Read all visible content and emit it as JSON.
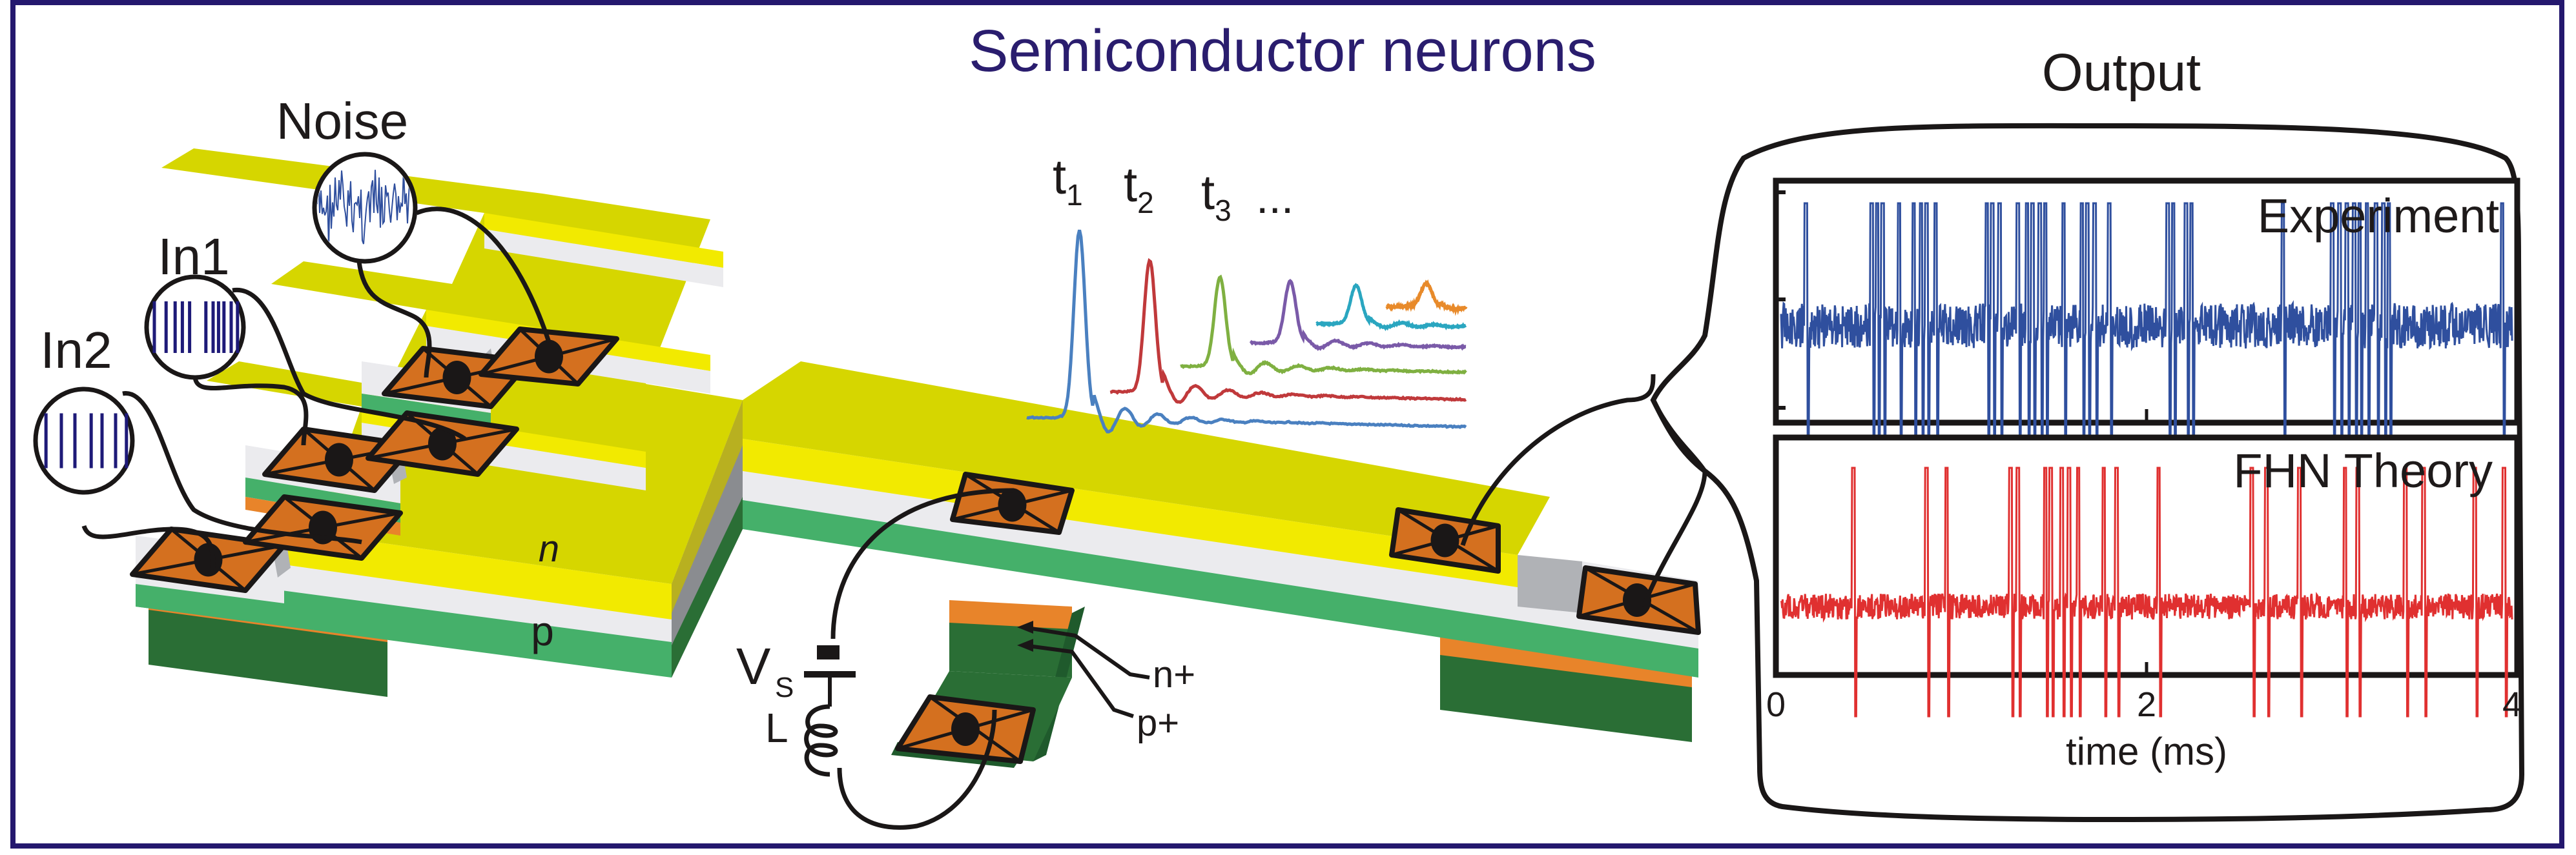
{
  "figure": {
    "title": "Semiconductor neurons",
    "colors": {
      "frame": "#24186e",
      "title": "#2a1d6e",
      "n_layer": "#d6d600",
      "n_layer_front": "#f2ea00",
      "p_layer": "#ebebee",
      "green_layer": "#45b06a",
      "orange_layer": "#e8842a",
      "dark_green_layer": "#2a6e35",
      "contact_pad": "#d4701f",
      "grey_side": "#b0b2b6",
      "experiment_trace": "#2f4f9e",
      "theory_trace": "#e03030",
      "spike_train": "#1e1a78"
    }
  },
  "inputs": {
    "noise_label": "Noise",
    "in1_label": "In1",
    "in2_label": "In2",
    "in1_spike_positions": [
      0.05,
      0.18,
      0.28,
      0.36,
      0.44,
      0.62,
      0.7,
      0.76,
      0.82,
      0.9,
      0.97
    ],
    "in2_spike_positions": [
      0.08,
      0.25,
      0.4,
      0.58,
      0.7,
      0.85,
      0.97
    ]
  },
  "device": {
    "n_label": "n",
    "p_label": "p",
    "nplus_label": "n+",
    "pplus_label": "p+",
    "source_label": "V",
    "source_subscript": "S",
    "inductor_label": "L"
  },
  "pulse_inset": {
    "labels": [
      {
        "t": "t",
        "sub": "1"
      },
      {
        "t": "t",
        "sub": "2"
      },
      {
        "t": "t",
        "sub": "3"
      }
    ],
    "ellipsis": "...",
    "traces": [
      {
        "color": "#4a80c0",
        "peak_time": 0.12,
        "baseline": 0.9,
        "peak": 0.02
      },
      {
        "color": "#c0393b",
        "peak_time": 0.28,
        "baseline": 0.78,
        "peak": 0.16
      },
      {
        "color": "#7fb041",
        "peak_time": 0.44,
        "baseline": 0.66,
        "peak": 0.24
      },
      {
        "color": "#7a5aa8",
        "peak_time": 0.6,
        "baseline": 0.55,
        "peak": 0.26
      },
      {
        "color": "#2aa6c0",
        "peak_time": 0.75,
        "baseline": 0.46,
        "peak": 0.28
      },
      {
        "color": "#e88a2a",
        "peak_time": 0.91,
        "baseline": 0.38,
        "peak": 0.27
      }
    ]
  },
  "output": {
    "title": "Output",
    "experiment_label": "Experiment",
    "theory_label": "FHN Theory",
    "xlabel": "time (ms)",
    "xticks": [
      "0",
      "2",
      "4"
    ]
  },
  "chart_data": [
    {
      "type": "line",
      "title": "Experiment",
      "xlabel": "",
      "ylabel": "",
      "xlim": [
        0,
        4
      ],
      "grid": false,
      "series": [
        {
          "name": "Experiment",
          "color": "#2f4f9e",
          "spike_times_ms": [
            0.14,
            0.5,
            0.53,
            0.56,
            0.65,
            0.73,
            0.77,
            0.8,
            0.85,
            1.13,
            1.16,
            1.2,
            1.3,
            1.35,
            1.38,
            1.42,
            1.45,
            1.55,
            1.65,
            1.68,
            1.72,
            1.8,
            2.12,
            2.15,
            2.22,
            2.25,
            2.75,
            3.02,
            3.06,
            3.1,
            3.14,
            3.17,
            3.21,
            3.26,
            3.3,
            3.33,
            3.95
          ]
        }
      ]
    },
    {
      "type": "line",
      "title": "FHN Theory",
      "xlabel": "time (ms)",
      "ylabel": "",
      "xlim": [
        0,
        4
      ],
      "xticks": [
        0,
        2,
        4
      ],
      "grid": false,
      "series": [
        {
          "name": "FHN Theory",
          "color": "#e03030",
          "spike_times_ms": [
            0.4,
            0.8,
            0.91,
            1.26,
            1.3,
            1.45,
            1.48,
            1.54,
            1.58,
            1.63,
            1.77,
            1.84,
            2.07,
            2.58,
            2.66,
            2.84,
            3.09,
            3.16,
            3.42,
            3.52,
            3.8,
            3.96
          ]
        }
      ]
    }
  ]
}
